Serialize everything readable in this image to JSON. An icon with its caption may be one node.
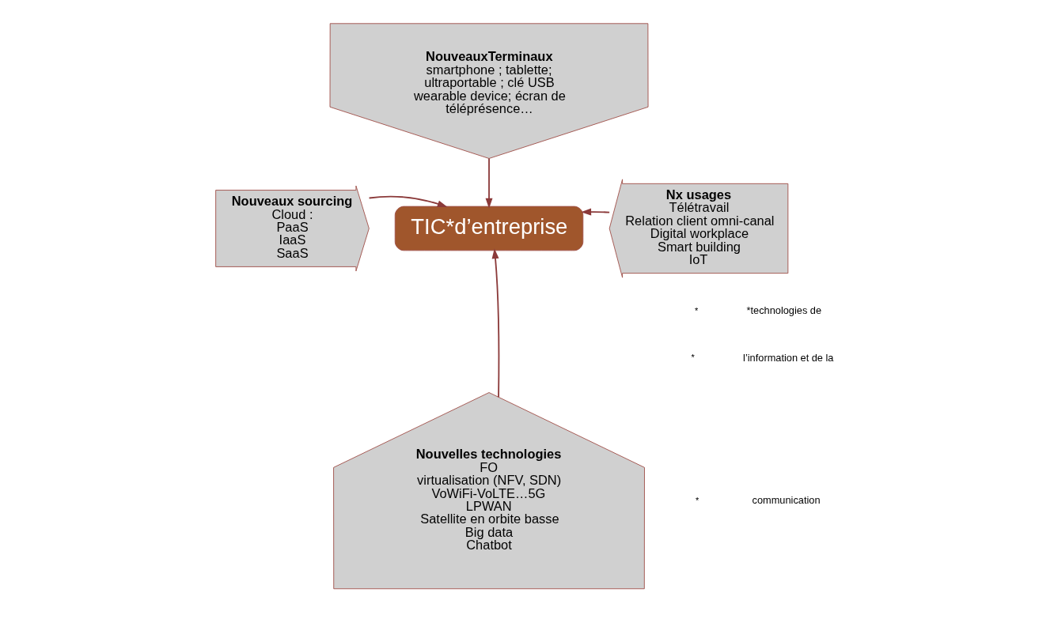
{
  "diagram": {
    "nodes": [
      {
        "text": [
          "NouveauxTerminaux",
          "smartphone ; tablette; ultraportable ; clé USB wearable device; écran de téléprésence…"
        ]
      },
      {
        "text": [
          "Nouveaux sourcing",
          "Cloud :",
          "PaaS",
          "IaaS",
          "SaaS"
        ]
      },
      {
        "text": [
          "TIC*d’entreprise"
        ]
      },
      {
        "text": [
          "Nx usages",
          "Télétravail",
          "Relation client omni-canal",
          "Digital workplace",
          "Smart building",
          "IoT"
        ]
      },
      {
        "text": [
          "Nouvelles technologies",
          "FO",
          "virtualisation (NFV, SDN)",
          "VoWiFi-VoLTE…5G",
          "LPWAN",
          "Satellite en orbite basse",
          "Big data",
          "Chatbot"
        ]
      }
    ],
    "edges": [
      {
        "from": 0,
        "to": 2,
        "arrow": "to"
      },
      {
        "from": 1,
        "to": 2,
        "arrow": "to"
      },
      {
        "from": 3,
        "to": 2,
        "arrow": "to"
      },
      {
        "from": 4,
        "to": 2,
        "arrow": "to"
      }
    ],
    "labels": [
      "*",
      "*technologies de",
      "*",
      "l’information et de la",
      "*",
      "communication"
    ]
  }
}
